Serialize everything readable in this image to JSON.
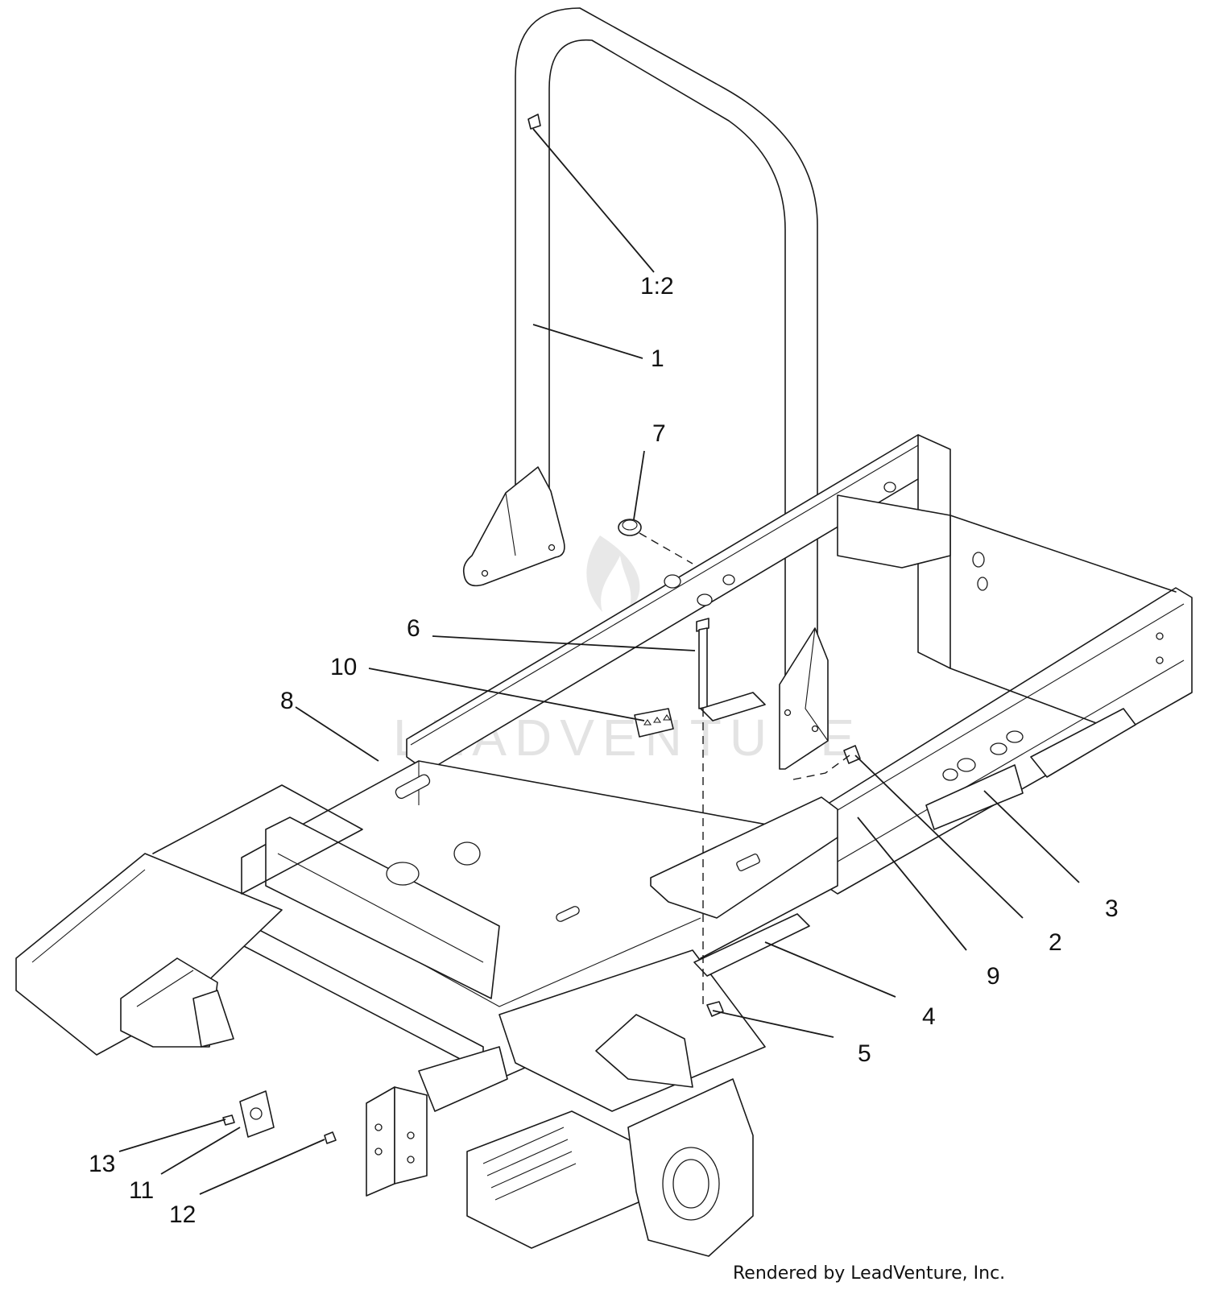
{
  "callouts": [
    {
      "label": "1:2"
    },
    {
      "label": "1"
    },
    {
      "label": "7"
    },
    {
      "label": "6"
    },
    {
      "label": "10"
    },
    {
      "label": "8"
    },
    {
      "label": "3"
    },
    {
      "label": "2"
    },
    {
      "label": "9"
    },
    {
      "label": "4"
    },
    {
      "label": "5"
    },
    {
      "label": "13"
    },
    {
      "label": "11"
    },
    {
      "label": "12"
    }
  ],
  "watermark": "LEADVENTURE",
  "credit": "Rendered by LeadVenture, Inc."
}
